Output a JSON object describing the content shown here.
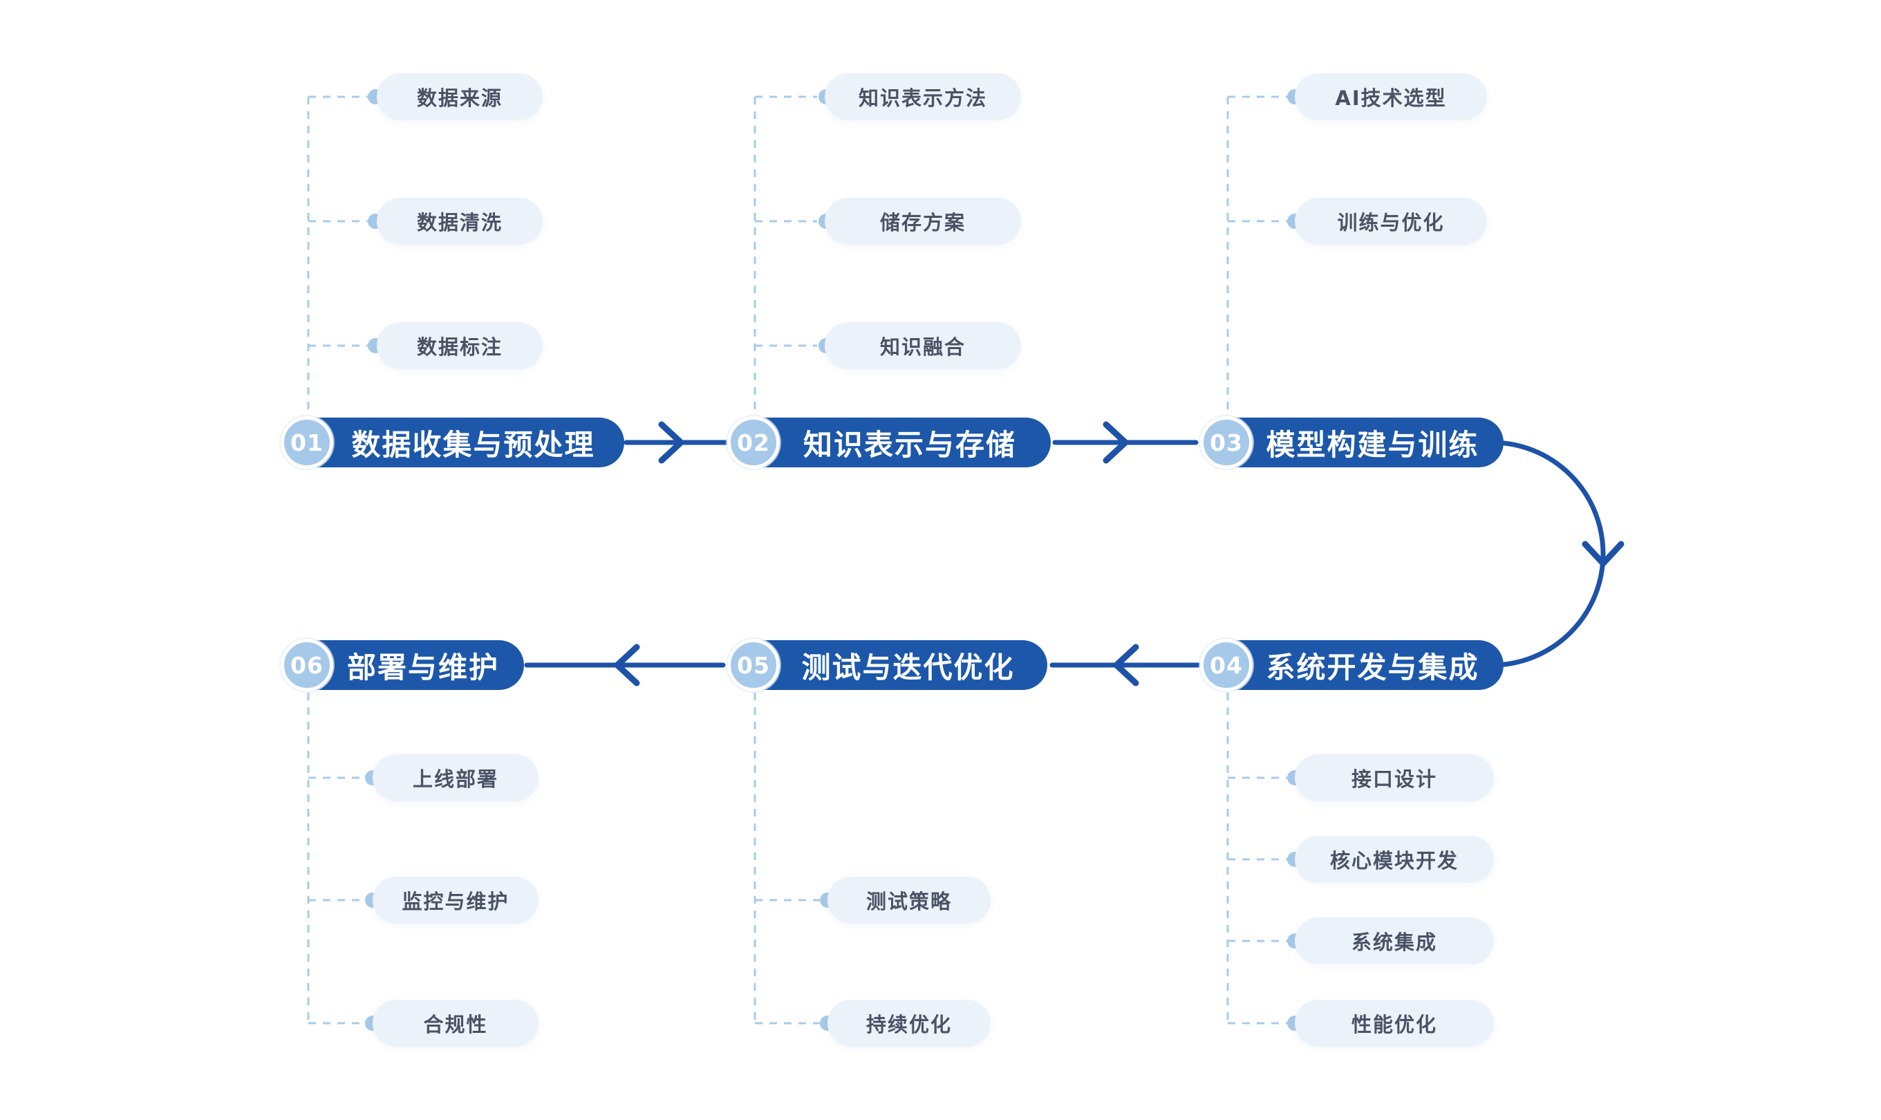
{
  "diagram": {
    "background": "#ffffff",
    "flow_direction": "01→02→03→04→05→06"
  },
  "colors": {
    "node_blue": "#1c57aa",
    "arrow_blue": "#1d52a8",
    "badge_blue": "#a6c9e9",
    "dash_blue": "#a8cbe8",
    "sub_pill_bg": "#ecf2fa",
    "sub_pill_text": "#4a5365"
  },
  "stages": [
    {
      "number": "01",
      "title": "数据收集与预处理",
      "children": [
        "数据来源",
        "数据清洗",
        "数据标注"
      ]
    },
    {
      "number": "02",
      "title": "知识表示与存储",
      "children": [
        "知识表示方法",
        "储存方案",
        "知识融合"
      ]
    },
    {
      "number": "03",
      "title": "模型构建与训练",
      "children": [
        "AI技术选型",
        "训练与优化"
      ]
    },
    {
      "number": "04",
      "title": "系统开发与集成",
      "children": [
        "接口设计",
        "核心模块开发",
        "系统集成",
        "性能优化"
      ]
    },
    {
      "number": "05",
      "title": "测试与迭代优化",
      "children": [
        "测试策略",
        "持续优化"
      ]
    },
    {
      "number": "06",
      "title": "部署与维护",
      "children": [
        "上线部署",
        "监控与维护",
        "合规性"
      ]
    }
  ]
}
